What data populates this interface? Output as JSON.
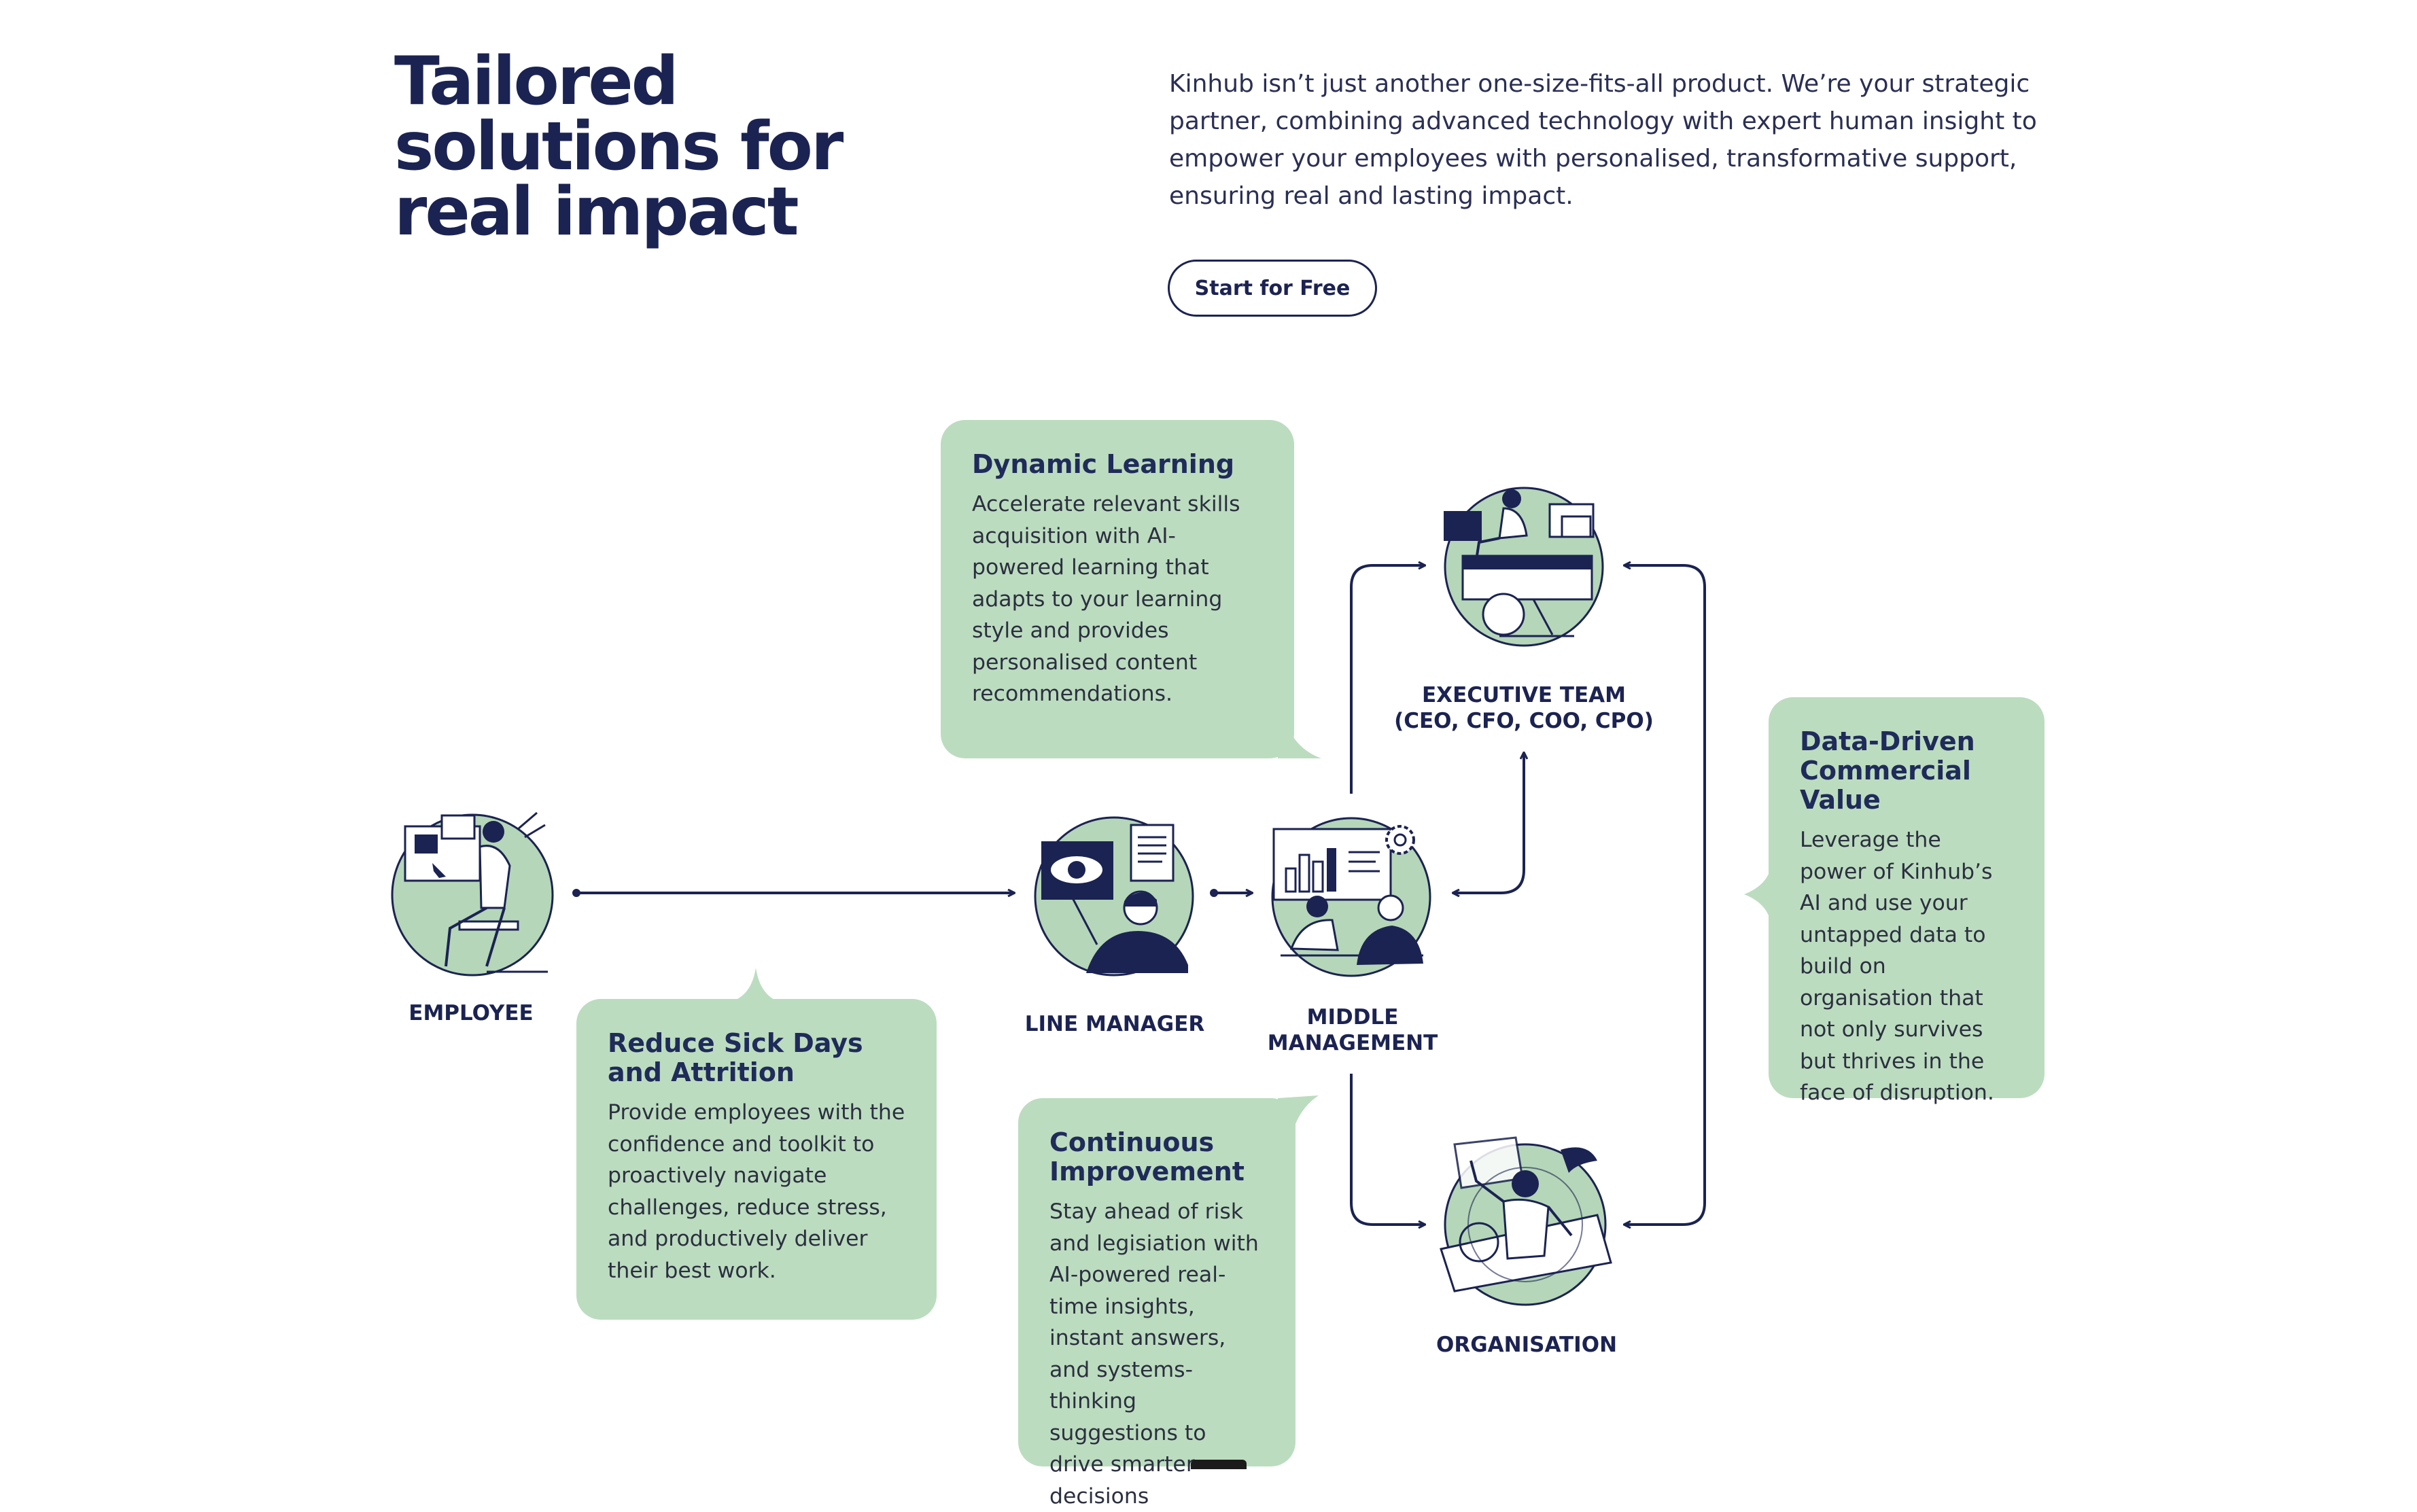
{
  "hero": {
    "title_lines": [
      "Tailored",
      "solutions for",
      "real impact"
    ],
    "description": "Kinhub isn’t just another one-size-fits-all product. We’re your strategic partner, combining advanced technology with expert human insight to empower your employees with personalised, transformative support, ensuring real and lasting impact.",
    "cta_label": "Start for Free"
  },
  "diagram": {
    "nodes": {
      "employee": "EMPLOYEE",
      "line_manager": "LINE MANAGER",
      "middle_management_1": "MIDDLE",
      "middle_management_2": "MANAGEMENT",
      "executive_team_1": "EXECUTIVE TEAM",
      "executive_team_2": "(CEO, CFO, COO, CPO)",
      "organisation": "ORGANISATION"
    },
    "cards": {
      "dynamic_learning": {
        "title": "Dynamic Learning",
        "body": "Accelerate relevant skills acquisition with AI-powered learning that adapts to your learning style and provides personalised content recommendations."
      },
      "reduce_sick_days": {
        "title": "Reduce Sick Days and Attrition",
        "body": "Provide employees with the confidence and toolkit to proactively navigate challenges, reduce stress, and productively deliver their best work."
      },
      "continuous_improvement": {
        "title": "Continuous Improvement",
        "body": "Stay ahead of risk and legisiation with AI-powered real-time insights, instant answers, and systems-thinking suggestions to drive smarter decisions"
      },
      "data_driven": {
        "title": "Data-Driven Commercial Value",
        "body": "Leverage the power of Kinhub’s AI and use your untapped data to build on organisation that not only survives but thrives in the face of disruption."
      }
    }
  },
  "colors": {
    "navy": "#1b2352",
    "card_green": "#bcdcbf",
    "circle_green": "#b5d6b8"
  }
}
